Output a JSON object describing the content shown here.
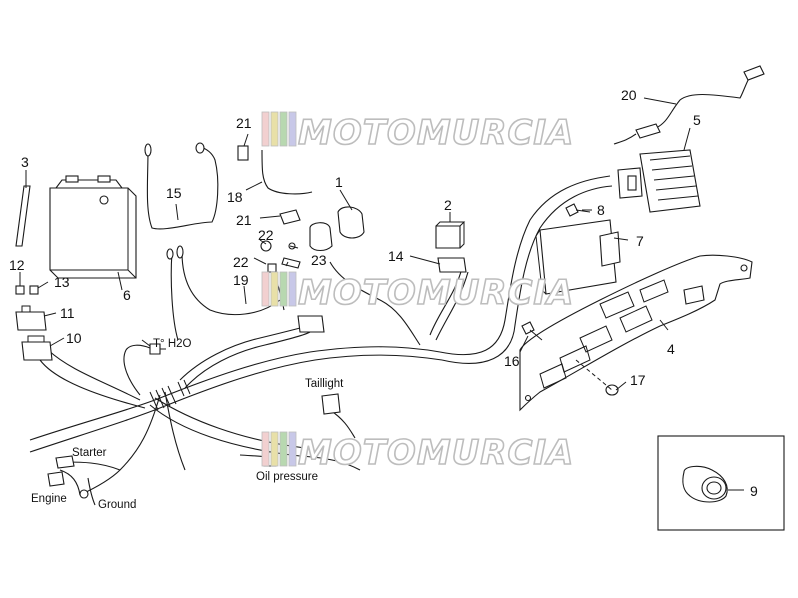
{
  "callouts": [
    {
      "text": "1"
    },
    {
      "text": "2"
    },
    {
      "text": "3"
    },
    {
      "text": "4"
    },
    {
      "text": "5"
    },
    {
      "text": "6"
    },
    {
      "text": "7"
    },
    {
      "text": "8"
    },
    {
      "text": "9"
    },
    {
      "text": "10"
    },
    {
      "text": "11"
    },
    {
      "text": "12"
    },
    {
      "text": "13"
    },
    {
      "text": "14"
    },
    {
      "text": "15"
    },
    {
      "text": "16"
    },
    {
      "text": "17"
    },
    {
      "text": "18"
    },
    {
      "text": "19"
    },
    {
      "text": "20"
    },
    {
      "text": "21"
    },
    {
      "text": "21"
    },
    {
      "text": "22"
    },
    {
      "text": "22"
    },
    {
      "text": "23"
    },
    {
      "text": "23"
    }
  ],
  "annotations": {
    "temp_h2o": "T° H2O",
    "taillight": "Taillight",
    "starter": "Starter",
    "engine": "Engine",
    "ground": "Ground",
    "oil_pressure": "Oil pressure"
  },
  "watermark": {
    "text": "MOTOMURCIA",
    "stripe_colors": [
      "#f2d0d0",
      "#e8e0a8",
      "#b8d8b0",
      "#c8c8e8"
    ]
  },
  "colors": {
    "line": "#1a1a1a",
    "background": "#ffffff",
    "watermark_outline": "#bdbdbd"
  }
}
